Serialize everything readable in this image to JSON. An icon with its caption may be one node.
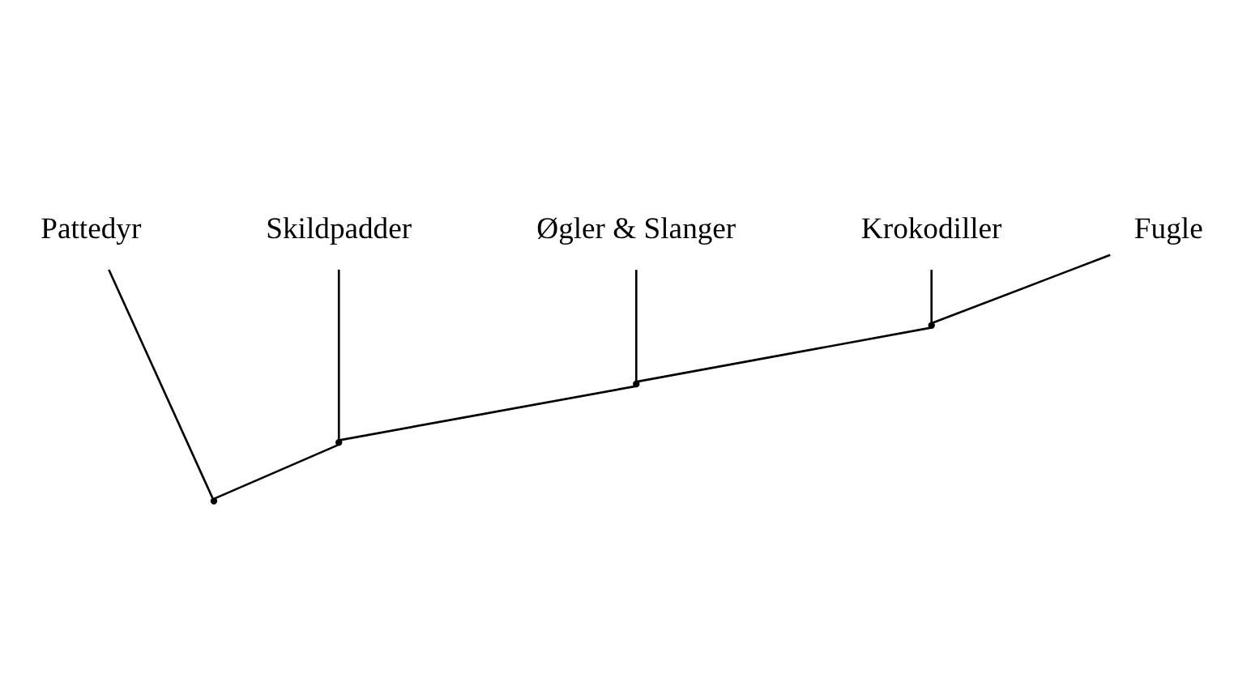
{
  "diagram": {
    "nodes": [
      {
        "text": [
          "Pattedyr"
        ]
      },
      {
        "text": [
          "Skildpadder"
        ]
      },
      {
        "text": [
          "Øgler & Slanger"
        ]
      },
      {
        "text": [
          "Krokodiller"
        ]
      },
      {
        "text": [
          "Fugle"
        ]
      },
      {
        "text": [],
        "shape": "point"
      },
      {
        "text": [],
        "shape": "point"
      },
      {
        "text": [],
        "shape": "point"
      },
      {
        "text": [],
        "shape": "point"
      }
    ],
    "edges": [
      {
        "from": 5,
        "to": 0,
        "arrow": "none"
      },
      {
        "from": 5,
        "to": 6,
        "arrow": "none"
      },
      {
        "from": 6,
        "to": 1,
        "arrow": "none"
      },
      {
        "from": 6,
        "to": 7,
        "arrow": "none"
      },
      {
        "from": 7,
        "to": 2,
        "arrow": "none"
      },
      {
        "from": 7,
        "to": 8,
        "arrow": "none"
      },
      {
        "from": 8,
        "to": 3,
        "arrow": "none"
      },
      {
        "from": 8,
        "to": 4,
        "arrow": "none"
      }
    ]
  }
}
